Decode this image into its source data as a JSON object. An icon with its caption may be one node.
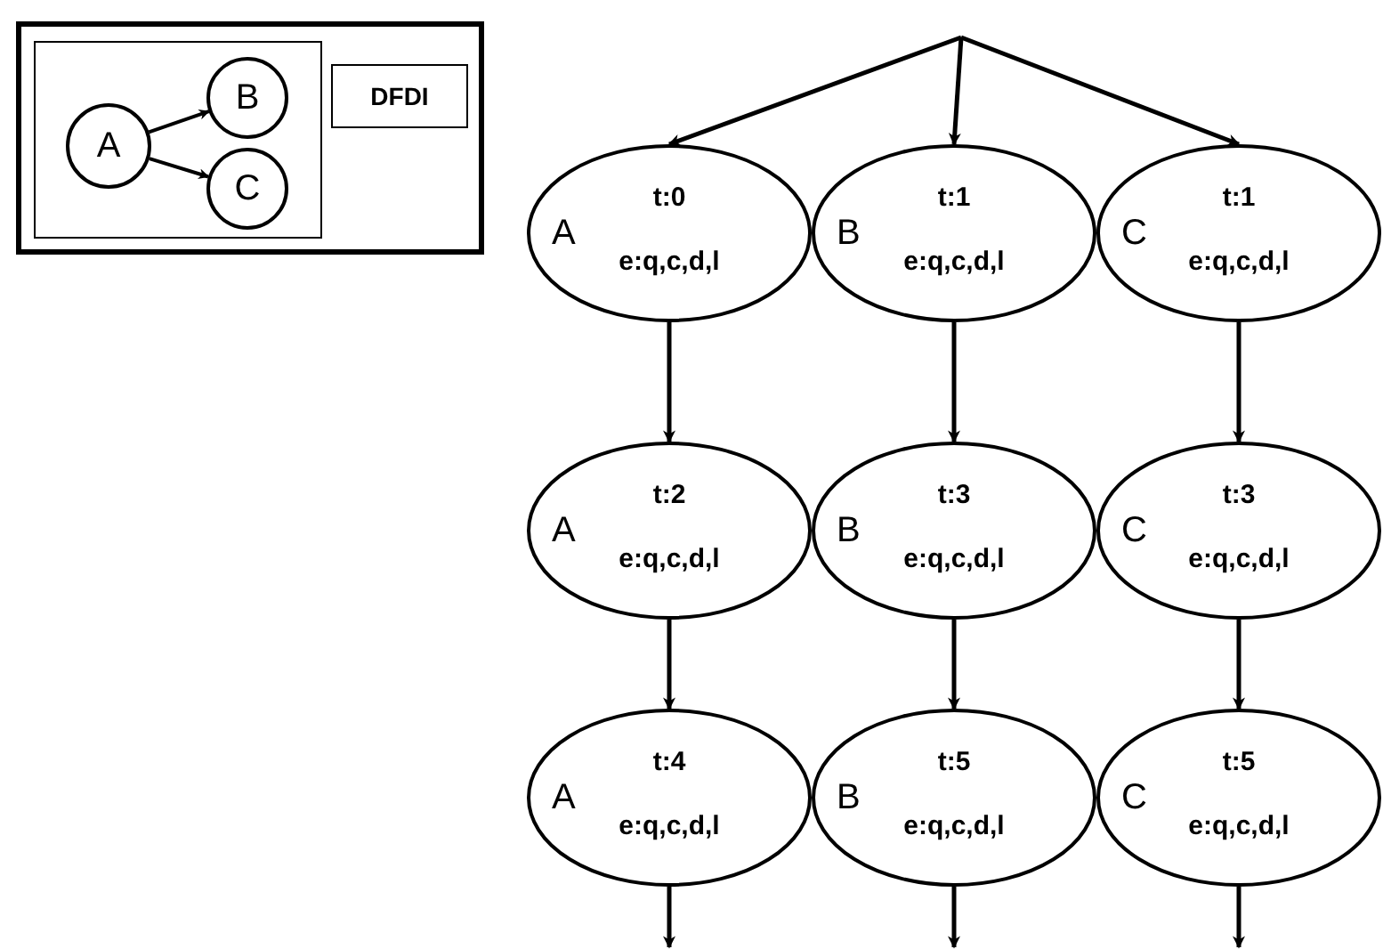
{
  "diagram": {
    "nodes": [
      {
        "text": [],
        "shape": "box"
      },
      {
        "text": [],
        "shape": "box",
        "in": 0
      },
      {
        "text": [
          "A"
        ],
        "in": 1
      },
      {
        "text": [
          "B"
        ],
        "in": 1
      },
      {
        "text": [
          "C"
        ],
        "in": 1
      },
      {
        "text": [
          "DFDI"
        ],
        "in": 0
      },
      {
        "text": [
          "A",
          "t:0",
          "e:q,c,d,l"
        ]
      },
      {
        "text": [
          "B",
          "t:1",
          "e:q,c,d,l"
        ]
      },
      {
        "text": [
          "C",
          "t:1",
          "e:q,c,d,l"
        ]
      },
      {
        "text": [
          "A",
          "t:2",
          "e:q,c,d,l"
        ]
      },
      {
        "text": [
          "B",
          "t:3",
          "e:q,c,d,l"
        ]
      },
      {
        "text": [
          "C",
          "t:3",
          "e:q,c,d,l"
        ]
      },
      {
        "text": [
          "A",
          "t:4",
          "e:q,c,d,l"
        ]
      },
      {
        "text": [
          "B",
          "t:5",
          "e:q,c,d,l"
        ]
      },
      {
        "text": [
          "C",
          "t:5",
          "e:q,c,d,l"
        ]
      }
    ],
    "edges": [
      {
        "from": 2,
        "to": 3,
        "arrow": "to"
      },
      {
        "from": 2,
        "to": 4,
        "arrow": "to"
      },
      {
        "from": null,
        "to": 6,
        "arrow": "to"
      },
      {
        "from": null,
        "to": 7,
        "arrow": "to"
      },
      {
        "from": null,
        "to": 8,
        "arrow": "to"
      },
      {
        "from": 6,
        "to": 9,
        "arrow": "to"
      },
      {
        "from": 7,
        "to": 10,
        "arrow": "to"
      },
      {
        "from": 8,
        "to": 11,
        "arrow": "to"
      },
      {
        "from": 9,
        "to": 12,
        "arrow": "to"
      },
      {
        "from": 10,
        "to": 13,
        "arrow": "to"
      },
      {
        "from": 11,
        "to": 14,
        "arrow": "to"
      },
      {
        "from": 12,
        "to": null,
        "arrow": "to"
      },
      {
        "from": 13,
        "to": null,
        "arrow": "to"
      },
      {
        "from": 14,
        "to": null,
        "arrow": "to"
      }
    ]
  }
}
